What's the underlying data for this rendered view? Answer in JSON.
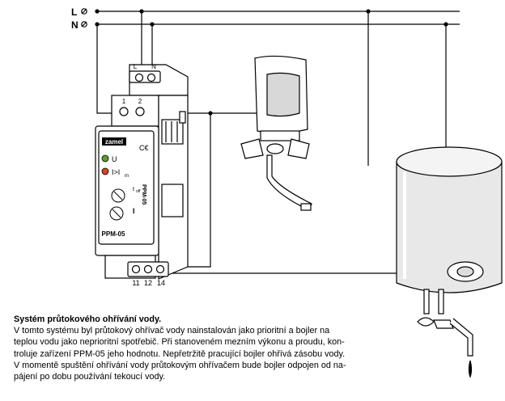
{
  "bus": {
    "line_label": "L",
    "neutral_label": "N"
  },
  "device": {
    "brand": "zamel",
    "model_front": "PPM-05",
    "model_side": "PPM-05",
    "led_power": "U",
    "led_current": "I>I",
    "led_current_sub": "m",
    "knob_top_label": "t",
    "knob_top_sub": "off",
    "knob_bottom_label": "I",
    "top_terminals": [
      "L",
      "N"
    ],
    "mid_terminals": [
      "1",
      "2"
    ],
    "bottom_terminals": [
      "11",
      "12",
      "14"
    ]
  },
  "caption": {
    "title": "Systém průtokového ohřívání vody.",
    "lines": [
      "V tomto systému byl průtokový ohřívač vody nainstalován jako prioritní a bojler na",
      "teplou vodu jako neprioritní spotřebič. Při stanoveném mezním výkonu a proudu, kon-",
      "troluje zařízení PPM-05 jeho hodnotu. Nepřetržitě pracující bojler ohřívá zásobu vody.",
      "V momentě spuštění ohřívání vody průtokovým ohřívačem bude bojler odpojen od na-",
      "pájení po dobu používání tekoucí vody."
    ]
  }
}
